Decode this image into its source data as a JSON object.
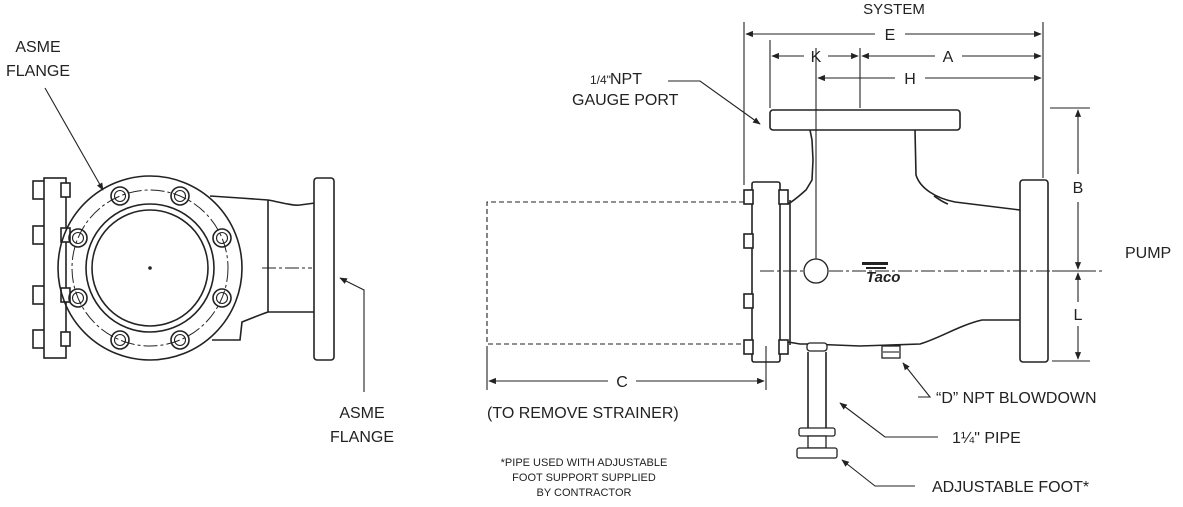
{
  "labels": {
    "asme_flange_left": [
      "ASME",
      "FLANGE"
    ],
    "asme_flange_bottom": [
      "ASME",
      "FLANGE"
    ],
    "system": "SYSTEM",
    "pump": "PUMP",
    "gauge_port": [
      "NPT",
      "GAUGE PORT"
    ],
    "gauge_port_fraction": "1/4\"",
    "dim_e": "E",
    "dim_k": "K",
    "dim_a": "A",
    "dim_h": "H",
    "dim_b": "B",
    "dim_l": "L",
    "dim_c": "C",
    "to_remove_strainer": "(TO REMOVE STRAINER)",
    "blowdown": "“D” NPT BLOWDOWN",
    "pipe": "1¼\"  PIPE",
    "adjustable_foot": "ADJUSTABLE FOOT*",
    "footnote": [
      "*PIPE USED WITH ADJUSTABLE",
      "FOOT SUPPORT SUPPLIED",
      "BY CONTRACTOR"
    ],
    "brand": "Taco"
  },
  "colors": {
    "line": "#222222",
    "background": "#ffffff"
  }
}
